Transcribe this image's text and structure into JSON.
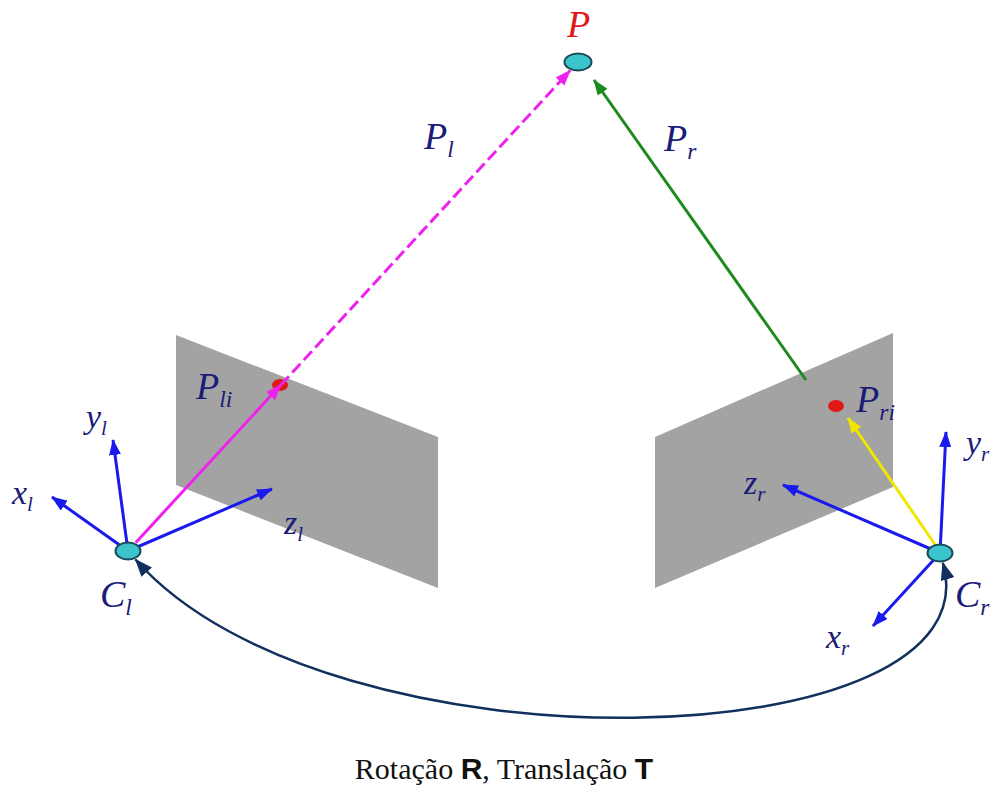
{
  "diagram": {
    "nodes": [
      {
        "text": [
          "P"
        ]
      },
      {
        "text": [
          "Cl"
        ]
      },
      {
        "text": [
          "Cr"
        ]
      }
    ],
    "edges": [
      {
        "from": 1,
        "to": 0,
        "arrow": "to",
        "label": "Pl"
      },
      {
        "from": 1,
        "to": 2,
        "arrow": "both",
        "label": "Rotação R, Translação T"
      }
    ],
    "labels": [
      "Pr",
      "Pli",
      "Pri",
      "yl",
      "xl",
      "zl",
      "yr",
      "zr",
      "xr"
    ]
  }
}
